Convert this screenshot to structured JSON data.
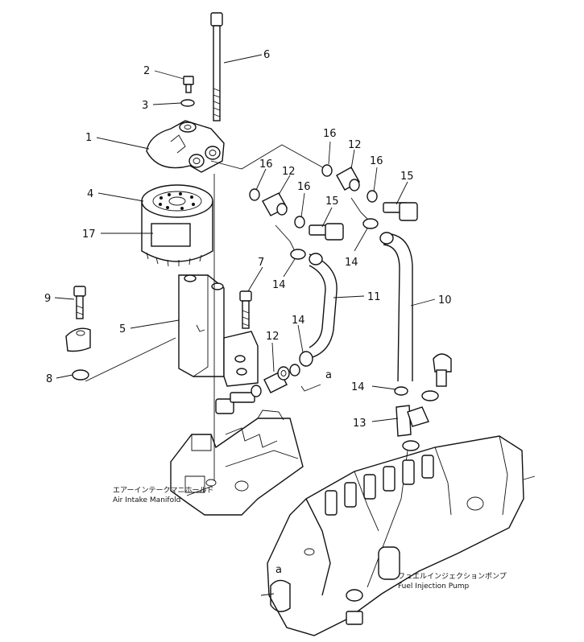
{
  "callouts": {
    "c1": "1",
    "c2": "2",
    "c3": "3",
    "c4": "4",
    "c5": "5",
    "c6": "6",
    "c7": "7",
    "c8": "8",
    "c9": "9",
    "c10": "10",
    "c11": "11",
    "c12a": "12",
    "c12b": "12",
    "c12c": "12",
    "c13": "13",
    "c14a": "14",
    "c14b": "14",
    "c14c": "14",
    "c14d": "14",
    "c15a": "15",
    "c15b": "15",
    "c16a": "16",
    "c16b": "16",
    "c16c": "16",
    "c16d": "16",
    "c17": "17",
    "a1": "a",
    "a2": "a"
  },
  "labels": {
    "manifold_jp": "エアーインテークマニホールド",
    "manifold_en": "Air  Intake  Manifold",
    "pump_jp": "フュエルインジェクションポンプ",
    "pump_en": "Fuel  Injection  Pump"
  }
}
